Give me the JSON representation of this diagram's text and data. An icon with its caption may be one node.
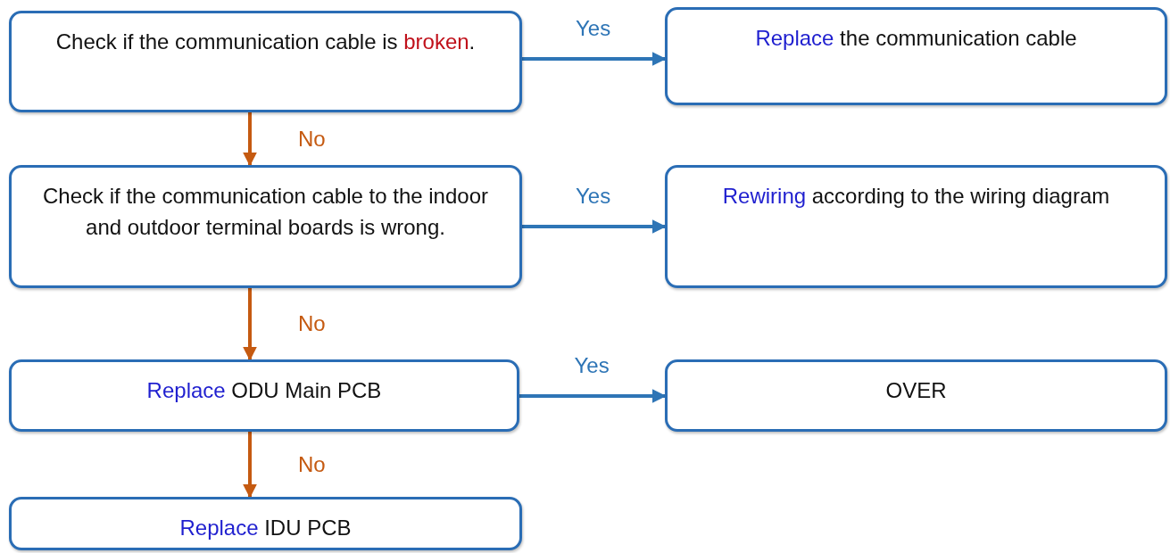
{
  "diagram": {
    "nodes": [
      {
        "text": [
          "Check if the communication cable is *broken*."
        ]
      },
      {
        "text": [
          "**Replace** the communication cable"
        ]
      },
      {
        "text": [
          "Check if the communication cable to the indoor and outdoor terminal boards is wrong."
        ]
      },
      {
        "text": [
          "**Rewiring** according to the wiring diagram"
        ]
      },
      {
        "text": [
          "**Replace** ODU Main PCB"
        ]
      },
      {
        "text": [
          "OVER"
        ]
      },
      {
        "text": [
          "**Replace** IDU PCB"
        ]
      }
    ],
    "edges": [
      {
        "from": 0,
        "to": 1,
        "arrow": "to",
        "label": "Yes",
        "color": "#2e75b6"
      },
      {
        "from": 0,
        "to": 2,
        "arrow": "to",
        "label": "No",
        "color": "#c55a11"
      },
      {
        "from": 2,
        "to": 3,
        "arrow": "to",
        "label": "Yes",
        "color": "#2e75b6"
      },
      {
        "from": 2,
        "to": 4,
        "arrow": "to",
        "label": "No",
        "color": "#c55a11"
      },
      {
        "from": 4,
        "to": 5,
        "arrow": "to",
        "label": "Yes",
        "color": "#2e75b6"
      },
      {
        "from": 4,
        "to": 6,
        "arrow": "to",
        "label": "No",
        "color": "#c55a11"
      }
    ]
  }
}
